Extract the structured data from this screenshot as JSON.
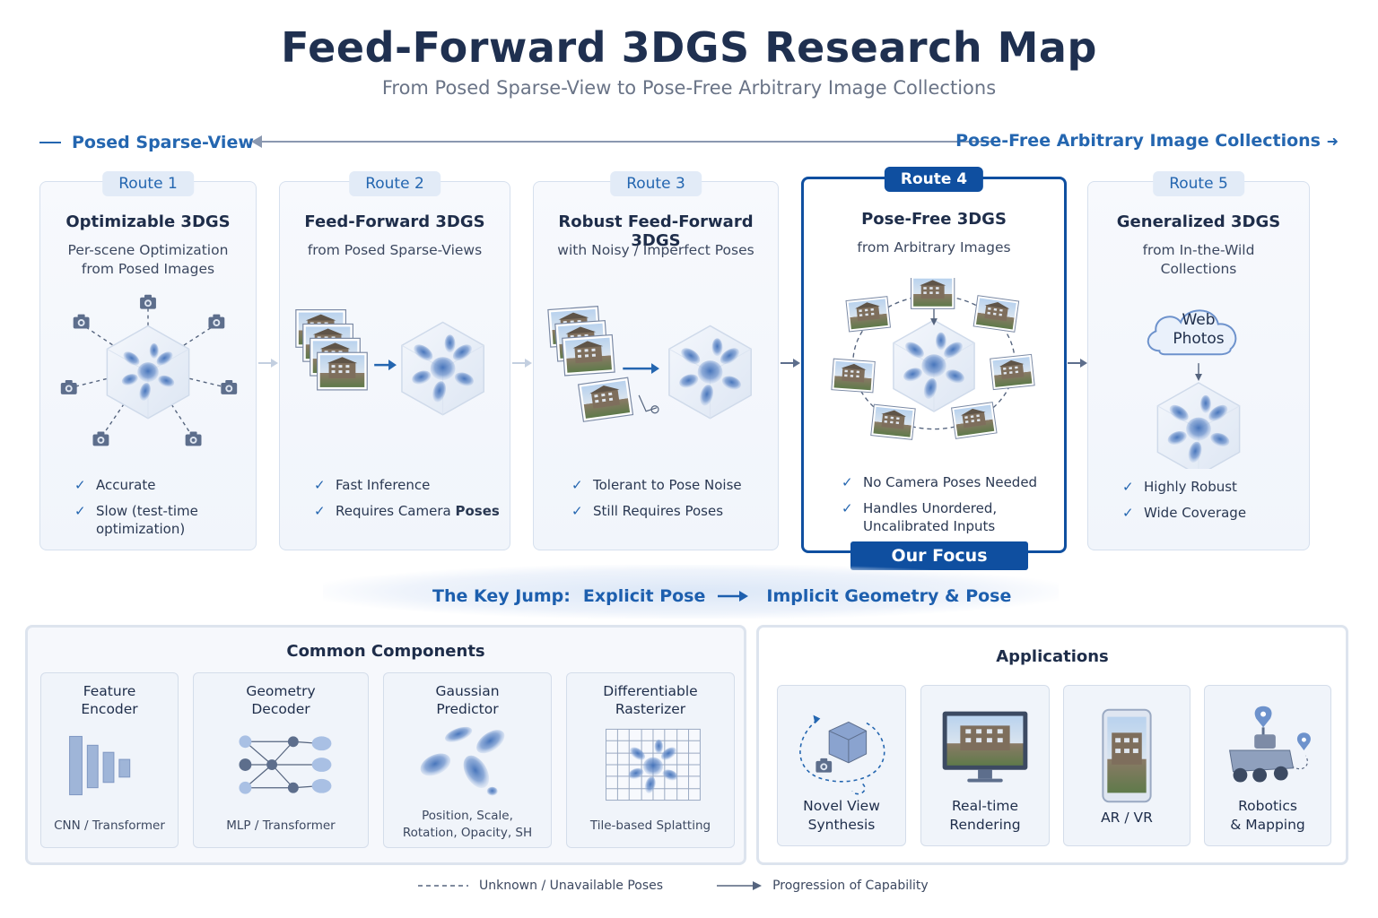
{
  "header": {
    "title": "Feed-Forward 3DGS Research Map",
    "subtitle": "From Posed Sparse-View to Pose-Free Arbitrary Image Collections"
  },
  "spectrum": {
    "left": "Posed Sparse-View",
    "right": "Pose-Free Arbitrary Image Collections"
  },
  "routes": [
    {
      "badge": "Route 1",
      "title": "Optimizable 3DGS",
      "sub1": "Per-scene Optimization",
      "sub2": "from Posed Images",
      "checks": [
        "Accurate",
        "Slow (test-time",
        "optimization)"
      ]
    },
    {
      "badge": "Route 2",
      "title": "Feed-Forward 3DGS",
      "sub1": "from Posed Sparse-Views",
      "checks": [
        "Fast Inference",
        "Requires Camera",
        "Poses"
      ]
    },
    {
      "badge": "Route 3",
      "title": "Robust Feed-Forward 3DGS",
      "sub1": "with Noisy / Imperfect Poses",
      "checks": [
        "Tolerant to Pose Noise",
        "Still Requires Poses"
      ]
    },
    {
      "badge": "Route 4",
      "title": "Pose-Free 3DGS",
      "sub1": "from Arbitrary Images",
      "checks": [
        "No Camera Poses Needed",
        "Handles Unordered,",
        "Uncalibrated Inputs"
      ]
    },
    {
      "badge": "Route 5",
      "title": "Generalized 3DGS",
      "sub1": "from In-the-Wild",
      "sub2": "Collections",
      "cloud1": "Web",
      "cloud2": "Photos",
      "checks": [
        "Highly Robust",
        "Wide Coverage"
      ]
    }
  ],
  "focus_label": "Our Focus",
  "jump": {
    "prefix": "The Key Jump:",
    "from": "Explicit Pose",
    "to": "Implicit Geometry & Pose"
  },
  "components": {
    "title": "Common Components",
    "items": [
      {
        "t1": "Feature",
        "t2": "Encoder",
        "f1": "CNN / Transformer"
      },
      {
        "t1": "Geometry",
        "t2": "Decoder",
        "f1": "MLP / Transformer"
      },
      {
        "t1": "Gaussian",
        "t2": "Predictor",
        "f1": "Position, Scale,",
        "f2": "Rotation, Opacity, SH"
      },
      {
        "t1": "Differentiable",
        "t2": "Rasterizer",
        "f1": "Tile-based Splatting"
      }
    ]
  },
  "applications": {
    "title": "Applications",
    "items": [
      {
        "l1": "Novel View",
        "l2": "Synthesis"
      },
      {
        "l1": "Real-time",
        "l2": "Rendering"
      },
      {
        "l1": "AR / VR"
      },
      {
        "l1": "Robotics",
        "l2": "& Mapping"
      }
    ]
  },
  "legend": {
    "dashed": "Unknown / Unavailable Poses",
    "solid": "Progression of Capability"
  },
  "colors": {
    "accent": "#0f4fa0",
    "accent_light": "#2466b0",
    "gaussian": "#6d92cc"
  }
}
